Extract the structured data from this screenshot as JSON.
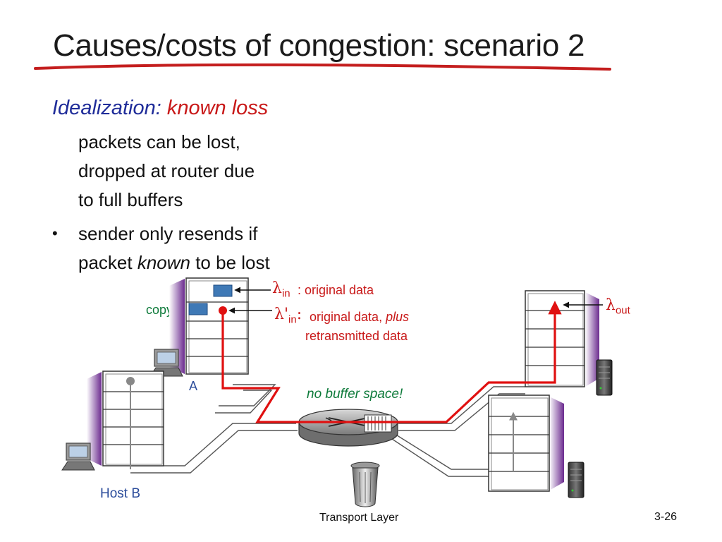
{
  "slide": {
    "title": "Causes/costs of congestion: scenario 2",
    "idealization_label": "Idealization:",
    "idealization_value": "known loss",
    "line1": "packets can be lost,",
    "line2": "dropped at router due",
    "line3": "to full buffers",
    "bullet": "•",
    "line4": "sender only resends if",
    "line5_pre": "packet ",
    "line5_em": "known",
    "line5_post": " to be lost"
  },
  "diagram": {
    "lambda_symbol": "λ",
    "lambda_in_sub": "in",
    "lambda_in_desc": ": original data",
    "lambda_prime": "λ'",
    "lambda_prime_sub": "in",
    "lambda_prime_colon": ":",
    "lambda_prime_desc_pre": "original data, ",
    "lambda_prime_desc_em": "plus",
    "lambda_prime_desc_line2": "retransmitted data",
    "lambda_out_sub": "out",
    "copy_label": "copy",
    "host_a_label": "A",
    "host_b_label": "Host B",
    "no_buffer_label": "no buffer space!"
  },
  "colors": {
    "path": "#e01010",
    "label_red": "#c81818",
    "label_green": "#0d7a3a",
    "label_blue": "#2a4b9a",
    "title_underline": "#c41e1e"
  },
  "footer": {
    "center": "Transport Layer",
    "page": "3-26"
  }
}
